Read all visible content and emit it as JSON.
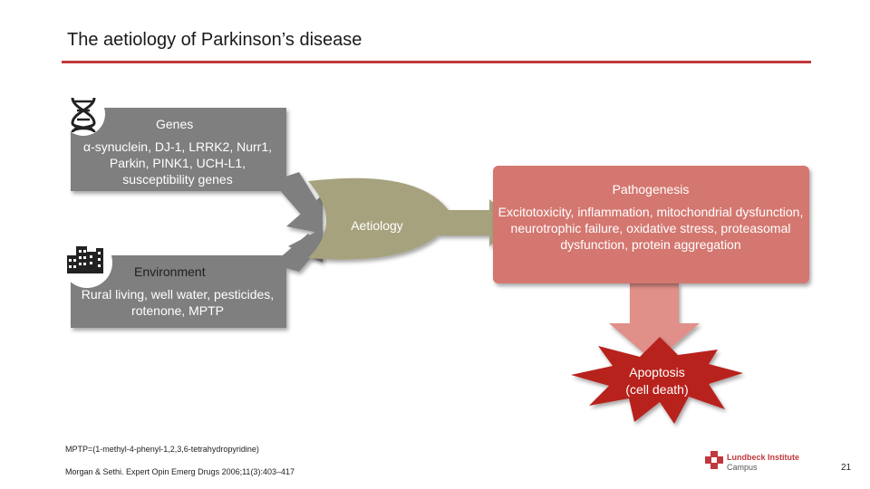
{
  "title": "The aetiology of Parkinson’s disease",
  "genes": {
    "heading": "Genes",
    "detail": "α-synuclein, DJ-1, LRRK2, Nurr1, Parkin, PINK1, UCH-L1, susceptibility genes",
    "icon": "dna-icon"
  },
  "environment": {
    "heading": "Environment",
    "detail": "Rural living, well water, pesticides, rotenone, MPTP",
    "icon": "buildings-icon"
  },
  "aetiology": {
    "label": "Aetiology"
  },
  "pathogenesis": {
    "heading": "Pathogenesis",
    "detail": "Excitotoxicity, inflammation, mitochondrial dysfunction, neurotrophic failure, oxidative stress, proteasomal dysfunction, protein aggregation"
  },
  "apoptosis": {
    "line1": "Apoptosis",
    "line2": "(cell death)"
  },
  "footnotes": {
    "abbreviation": "MPTP=(1-methyl-4-phenyl-1,2,3,6-tetrahydropyridine)",
    "reference": "Morgan & Sethi. Expert Opin Emerg Drugs 2006;11(3):403–417"
  },
  "logo": {
    "line1": "Lundbeck Institute",
    "line2": "Campus"
  },
  "page_number": "21",
  "colors": {
    "grey_box": "#7f7f7f",
    "aetiology": "#a6a27e",
    "pathogenesis": "#d4776f",
    "arrow_down": "#e08f89",
    "apoptosis": "#b8231f",
    "accent": "#c0383c"
  }
}
